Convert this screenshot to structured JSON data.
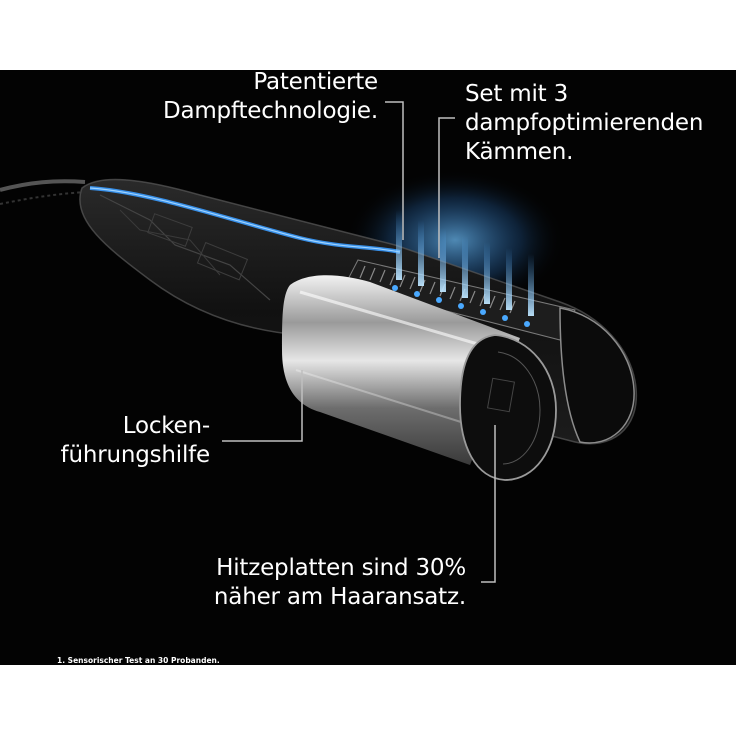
{
  "callouts": {
    "steam_tech": {
      "line1": "Patentierte",
      "line2": "Dampftechnologie."
    },
    "combs": {
      "line1": "Set mit 3",
      "line2": "dampfoptimierenden",
      "line3": "Kämmen."
    },
    "curl_guide": {
      "line1": "Locken-",
      "line2": "führungshilfe"
    },
    "plates": {
      "line1": "Hitzeplatten sind 30%",
      "line2": "näher am Haaransatz."
    }
  },
  "footnote": "1. Sensorischer Test an 30 Probanden.",
  "colors": {
    "background": "#030303",
    "text": "#ffffff",
    "steam": "#4aa9ff",
    "barrel": "#c9c9c9",
    "callout_line": "#bfbfbf"
  }
}
